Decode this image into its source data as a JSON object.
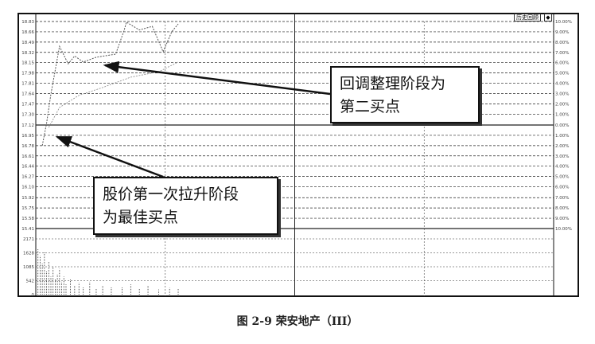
{
  "toolbar": {
    "history_label": "历史回顾",
    "toggle_icon": "◆"
  },
  "callouts": [
    {
      "lines": [
        "回调整理阶段为",
        "第二买点"
      ]
    },
    {
      "lines": [
        "股价第一次拉升阶段",
        "为最佳买点"
      ]
    }
  ],
  "caption": "图 2-9    荣安地产（III）",
  "chart_data": {
    "type": "line",
    "title": "",
    "prev_close": 17.12,
    "ylim": [
      15.41,
      18.83
    ],
    "xlim": [
      0,
      240
    ],
    "y_ticks": [
      18.83,
      18.66,
      18.49,
      18.32,
      18.15,
      17.98,
      17.81,
      17.64,
      17.47,
      17.3,
      17.12,
      16.95,
      16.78,
      16.61,
      16.44,
      16.27,
      16.1,
      15.92,
      15.75,
      15.58,
      15.41
    ],
    "pct_ticks": [
      "10.00%",
      "9.00%",
      "8.00%",
      "7.00%",
      "6.00%",
      "5.00%",
      "4.00%",
      "3.00%",
      "2.00%",
      "1.00%",
      "0.00%",
      "1.00%",
      "2.00%",
      "3.00%",
      "4.00%",
      "5.00%",
      "6.00%",
      "7.00%",
      "8.00%",
      "9.00%",
      "10.00%"
    ],
    "volume_ticks": [
      "2171",
      "1628",
      "1085",
      "542",
      "0"
    ],
    "series": [
      {
        "name": "price",
        "x": [
          3,
          5,
          7,
          11,
          15,
          18,
          22,
          28,
          37,
          41,
          42,
          48,
          54,
          59,
          63,
          66
        ],
        "y": [
          16.78,
          17.15,
          17.63,
          18.42,
          18.13,
          18.26,
          18.16,
          18.24,
          18.29,
          18.69,
          18.82,
          18.69,
          18.75,
          18.33,
          18.66,
          18.79
        ]
      },
      {
        "name": "average",
        "x": [
          6,
          11,
          20,
          31,
          44,
          57,
          66
        ],
        "y": [
          17.08,
          17.41,
          17.61,
          17.74,
          17.91,
          18.0,
          18.16
        ]
      }
    ],
    "volume": {
      "x": [
        1,
        2,
        3,
        4,
        5,
        6,
        7,
        8,
        9,
        10,
        11,
        12,
        13,
        14,
        16,
        18,
        20,
        22,
        25,
        28,
        31,
        35,
        40,
        44,
        48,
        52,
        57,
        62,
        66
      ],
      "y": [
        1800,
        1500,
        1200,
        1650,
        900,
        1300,
        700,
        1100,
        600,
        800,
        1000,
        500,
        700,
        400,
        600,
        350,
        450,
        300,
        500,
        250,
        350,
        300,
        280,
        400,
        250,
        350,
        200,
        260,
        220
      ]
    },
    "grid": true
  }
}
